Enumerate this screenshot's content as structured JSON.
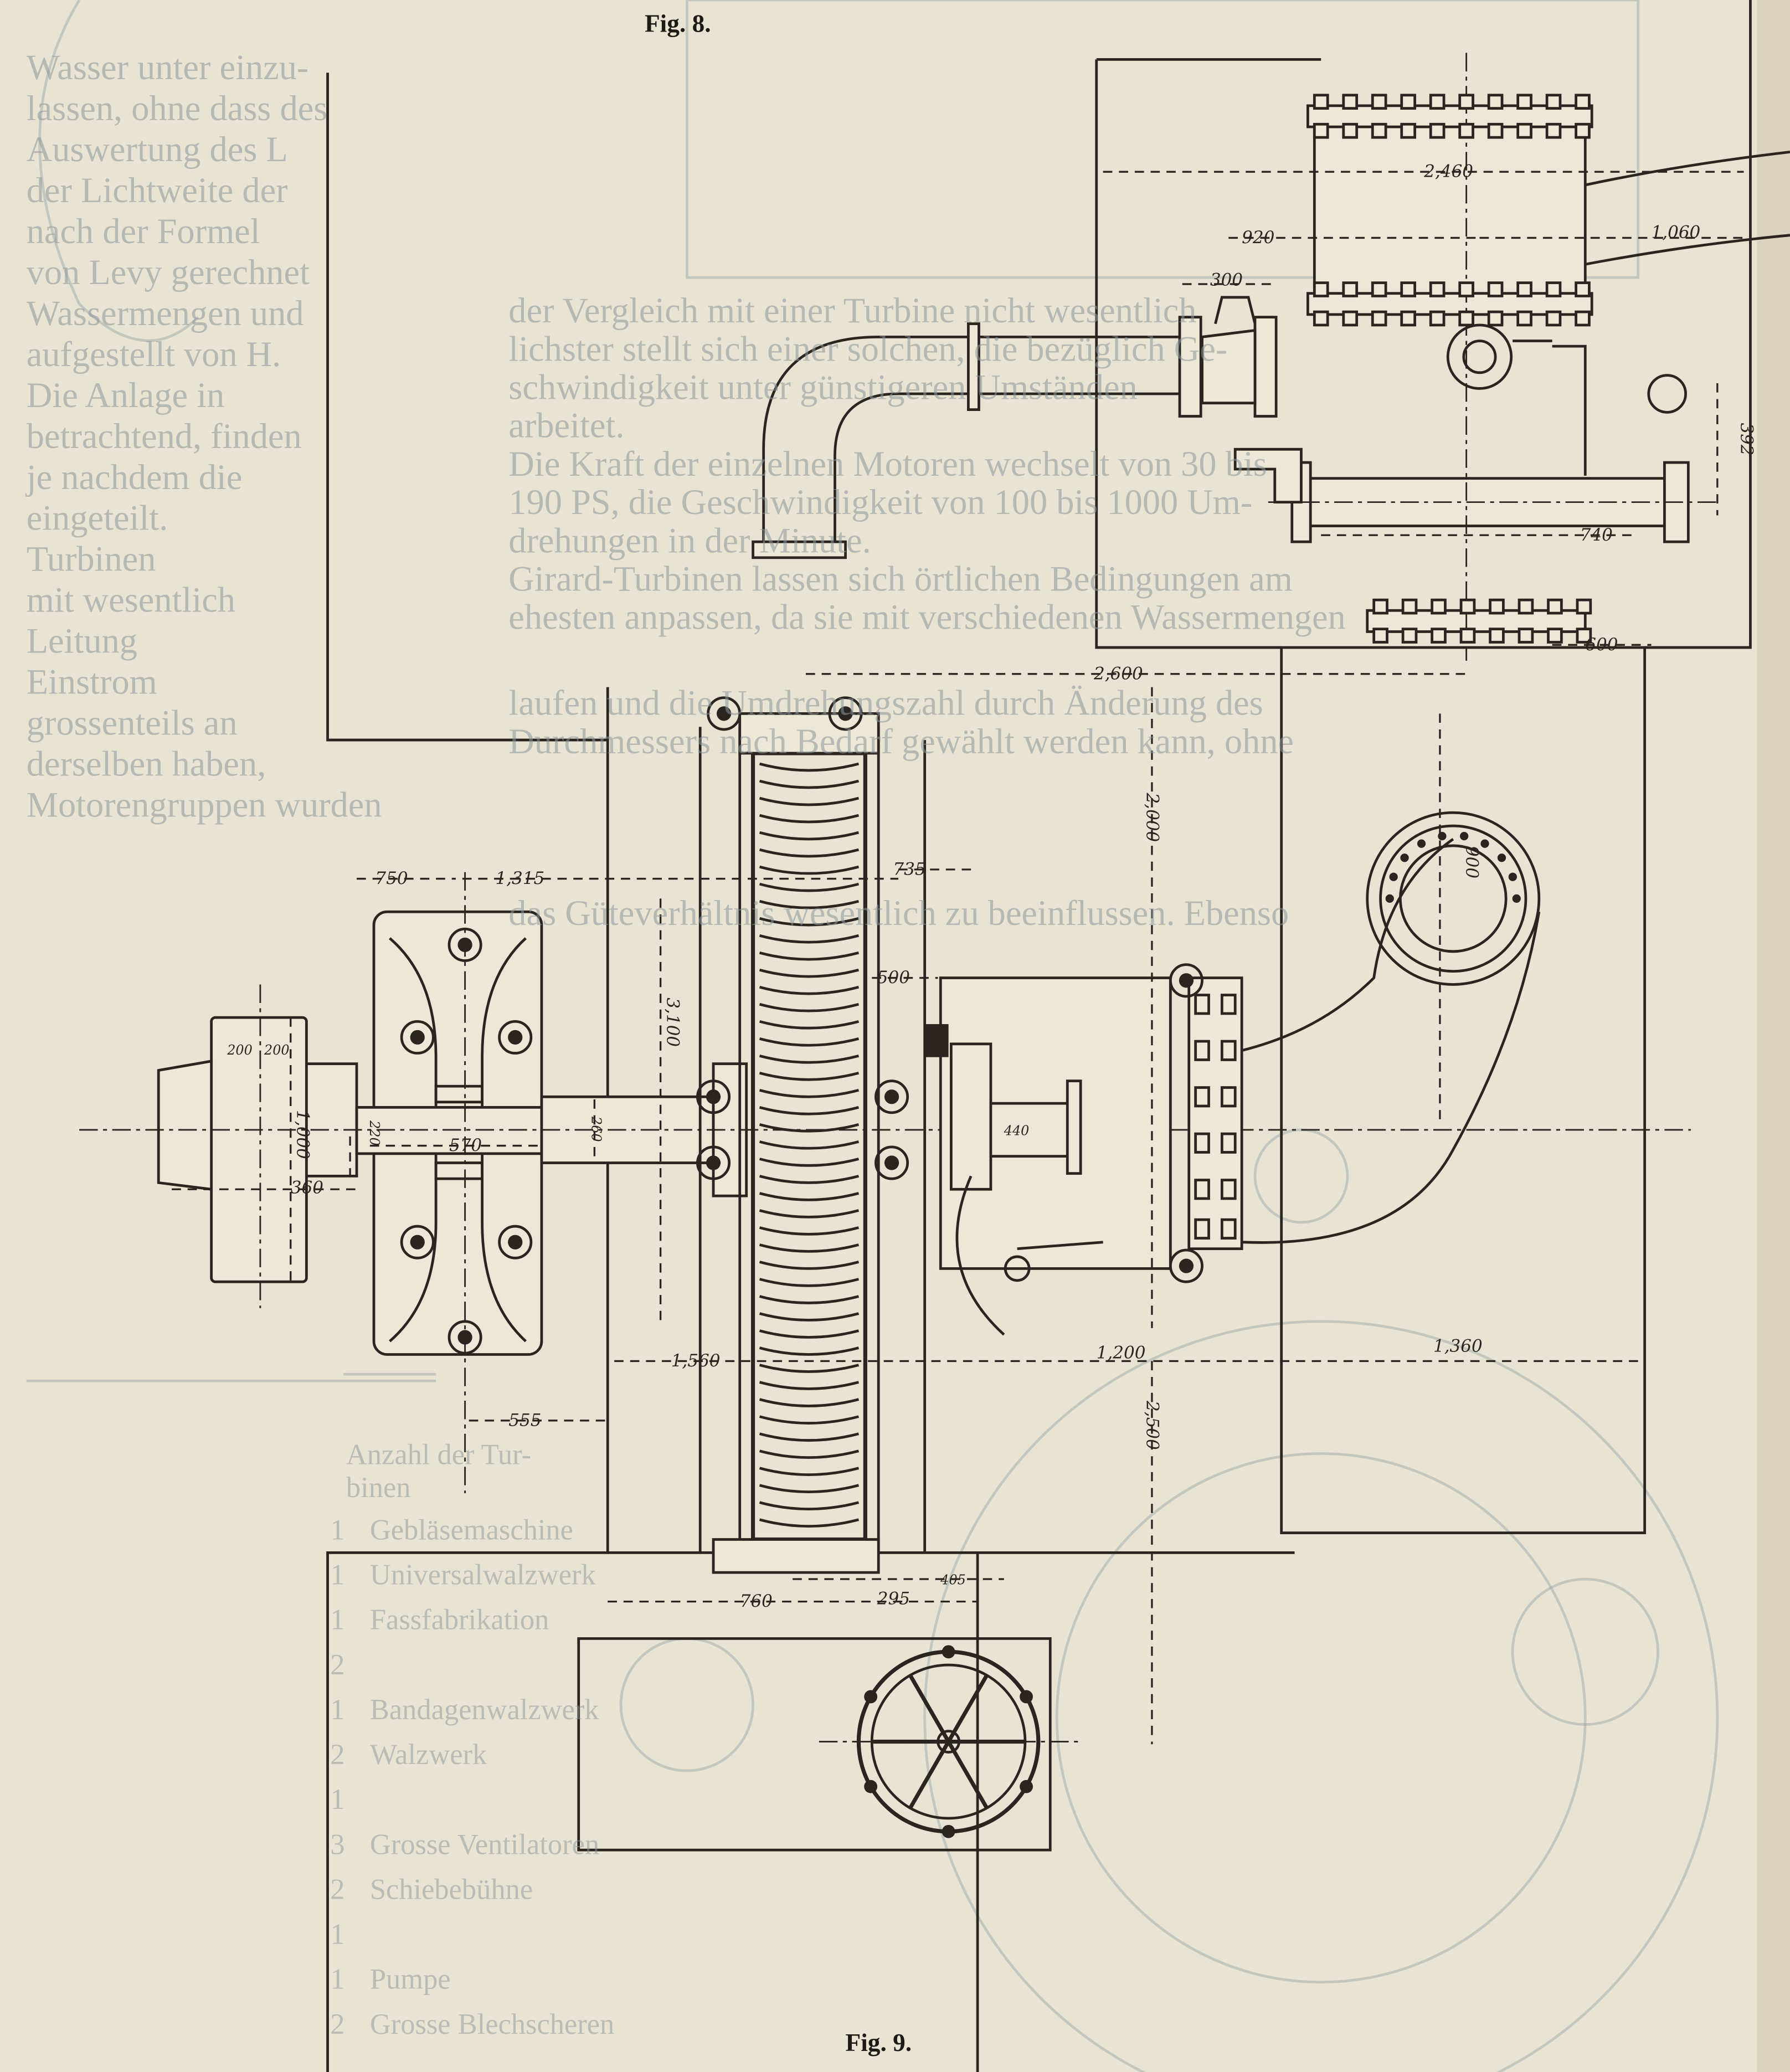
{
  "figures": {
    "fig8_caption": "Fig. 8.",
    "fig9_caption": "Fig. 9."
  },
  "dimensions": {
    "d2460": "2,460",
    "d920": "920",
    "d1060": "1,060",
    "d300": "300",
    "d392": "392",
    "d740": "740",
    "d600": "600",
    "d2600": "2,600",
    "d2000": "2,000",
    "d900": "900",
    "d750": "750",
    "d1315": "1,315",
    "d735": "735",
    "d500": "500",
    "d3100": "3,100",
    "d200a": "200",
    "d200b": "200",
    "d1000": "1,000",
    "d220": "220",
    "d570": "570",
    "d360": "360",
    "d260": "260",
    "d440": "440",
    "d1560": "1,560",
    "d1200": "1,200",
    "d1360": "1,360",
    "d555": "555",
    "d2500": "2,500",
    "d760": "760",
    "d295": "295",
    "d405": "405"
  },
  "bleed_through": {
    "main_paragraph": [
      "der Vergleich mit einer Turbine nicht wesentlich",
      "lichster stellt sich einer solchen, die bezüglich Ge-",
      "schwindigkeit unter günstigeren Umständen",
      "arbeitet.",
      "Die Kraft der einzelnen Motoren wechselt von 30 bis",
      "190 PS, die Geschwindigkeit von 100 bis 1000 Um-",
      "drehungen in der Minute.",
      "Girard-Turbinen lassen sich örtlichen Bedingungen am",
      "ehesten anpassen, da sie mit verschiedenen Wassermengen",
      "laufen und die Umdrehungszahl durch Änderung des",
      "Durchmessers nach Bedarf gewählt werden kann, ohne",
      "das Güteverhältnis wesentlich zu beeinflussen. Ebenso"
    ],
    "left_column": [
      "Wasser unter einzu-",
      "lassen, ohne dass des",
      "Auswertung des L",
      "der Lichtweite der",
      "nach der Formel",
      "von Levy gerechnet",
      "Wassermengen und",
      "aufgestellt von H.",
      "Die Anlage in",
      "betrachtend, finden",
      "je nachdem die",
      "eingeteilt.",
      "Turbinen",
      "mit wesentlich",
      "Leitung",
      "Einstrom",
      "grossenteils an",
      "derselben haben,",
      "Motorengruppen wurden"
    ],
    "table_header": [
      "Anzahl der Tur-",
      "binen"
    ],
    "table_rows": [
      {
        "count": "1",
        "name": "Gebläsemaschine"
      },
      {
        "count": "1",
        "name": "Universalwalzwerk"
      },
      {
        "count": "1",
        "name": "Fassfabrikation"
      },
      {
        "count": "2",
        "name": ""
      },
      {
        "count": "1",
        "name": "Bandagenwalzwerk"
      },
      {
        "count": "2",
        "name": "Walzwerk"
      },
      {
        "count": "1",
        "name": ""
      },
      {
        "count": "3",
        "name": "Grosse Ventilatoren"
      },
      {
        "count": "2",
        "name": "Schiebebühne"
      },
      {
        "count": "1",
        "name": ""
      },
      {
        "count": "1",
        "name": "Pumpe"
      },
      {
        "count": "2",
        "name": "Grosse Blechscheren"
      }
    ]
  },
  "colors": {
    "paper": "#e8e3d2",
    "ink": "#2a2520",
    "bleed": "#8f969c"
  }
}
